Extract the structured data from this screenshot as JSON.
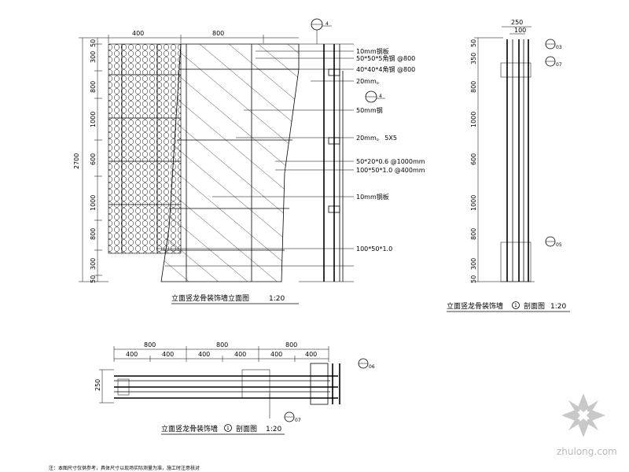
{
  "elevation": {
    "dims_top": [
      "400",
      "800"
    ],
    "dims_left": [
      "50",
      "300",
      "800",
      "1000",
      "600",
      "1000",
      "800",
      "300",
      "50"
    ],
    "dim_total": "2700",
    "notes": [
      "10mm钢板",
      "50*50*5角钢 @800",
      "40*40*4角钢 @800",
      "20mm。",
      "50mm钢",
      "20mm。 5X5",
      "50*20*0.6 @1000mm",
      "100*50*1.0 @400mm",
      "10mm钢板",
      "100*50*1.0",
      ""
    ],
    "callout_top": "4",
    "callout_mid": "4",
    "caption": "立面竖龙骨装饰墙立面图",
    "scale": "1:20"
  },
  "side_section": {
    "dims_top": [
      "250",
      "100"
    ],
    "dims_left": [
      "50",
      "350",
      "800",
      "1000",
      "600",
      "1000",
      "800",
      "300",
      "50"
    ],
    "callouts": [
      "03",
      "07",
      "05"
    ],
    "caption": "立面竖龙骨装饰墙",
    "section_no": "1",
    "caption_tail": "剖面图",
    "scale": "1:20"
  },
  "plan_section": {
    "dims_top_major": [
      "800",
      "800",
      "800"
    ],
    "dims_top_minor": [
      "400",
      "400",
      "400",
      "400",
      "400",
      "400"
    ],
    "dim_left": "250",
    "callouts": [
      "06",
      "07"
    ],
    "caption": "立面竖龙骨装饰墙",
    "section_no": "1",
    "caption_tail": "剖面图",
    "scale": "1:20"
  },
  "footer_note": "注：本图尺寸仅供参考，具体尺寸以现场实际测量为准，施工时注意核对",
  "watermark": "zhulong.com"
}
